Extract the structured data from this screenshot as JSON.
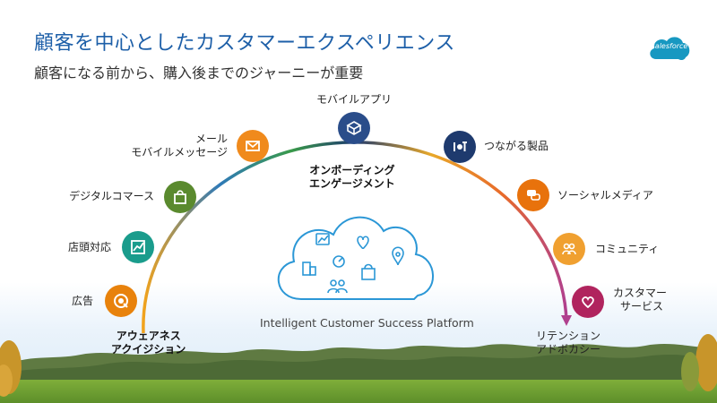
{
  "slide": {
    "title": "顧客を中心としたカスタマーエクスペリエンス",
    "subtitle": "顧客になる前から、購入後までのジャーニーが重要",
    "logo_text": "salesforce",
    "platform_label": "Intelligent Customer Success Platform",
    "arc_labels": {
      "start_line1": "アウェアネス",
      "start_line2": "アクイジション",
      "middle_line1": "オンボーディング",
      "middle_line2": "エンゲージメント",
      "end_line1": "リテンション",
      "end_line2": "アドボカシー"
    },
    "touchpoints": [
      {
        "id": "ad",
        "label_line1": "広告",
        "label_line2": "",
        "color": "#e8820c",
        "icon": "target-icon"
      },
      {
        "id": "store",
        "label_line1": "店頭対応",
        "label_line2": "",
        "color": "#1a9c8c",
        "icon": "chart-icon"
      },
      {
        "id": "commerce",
        "label_line1": "デジタルコマース",
        "label_line2": "",
        "color": "#5a8a2e",
        "icon": "shopping-bag-icon"
      },
      {
        "id": "mail",
        "label_line1": "メール",
        "label_line2": "モバイルメッセージ",
        "color": "#f08a1c",
        "icon": "envelope-icon"
      },
      {
        "id": "mobile",
        "label_line1": "モバイルアプリ",
        "label_line2": "",
        "color": "#2a4d8a",
        "icon": "cube-icon"
      },
      {
        "id": "iot",
        "label_line1": "つながる製品",
        "label_line2": "",
        "color": "#1e3a6e",
        "icon": "iot-icon"
      },
      {
        "id": "social",
        "label_line1": "ソーシャルメディア",
        "label_line2": "",
        "color": "#e8720c",
        "icon": "chat-bubbles-icon"
      },
      {
        "id": "community",
        "label_line1": "コミュニティ",
        "label_line2": "",
        "color": "#f0a030",
        "icon": "people-icon"
      },
      {
        "id": "service",
        "label_line1": "カスタマー",
        "label_line2": "サービス",
        "color": "#b0245e",
        "icon": "heart-icon"
      }
    ]
  }
}
